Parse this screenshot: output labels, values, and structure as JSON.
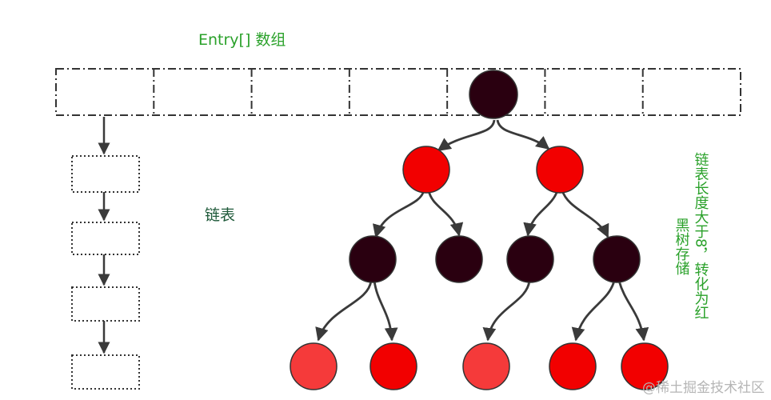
{
  "array": {
    "title": "Entry[] 数组",
    "slot_count": 7
  },
  "linked_list": {
    "label": "链表",
    "node_count": 4
  },
  "tree": {
    "note_lines": [
      "链表长度大于8，转化为红",
      "黑树存储"
    ],
    "colors": {
      "black": "#2a0010",
      "red": "#f20000",
      "light_red": "#f53a3a"
    }
  },
  "watermark": "@稀土掘金技术社区"
}
